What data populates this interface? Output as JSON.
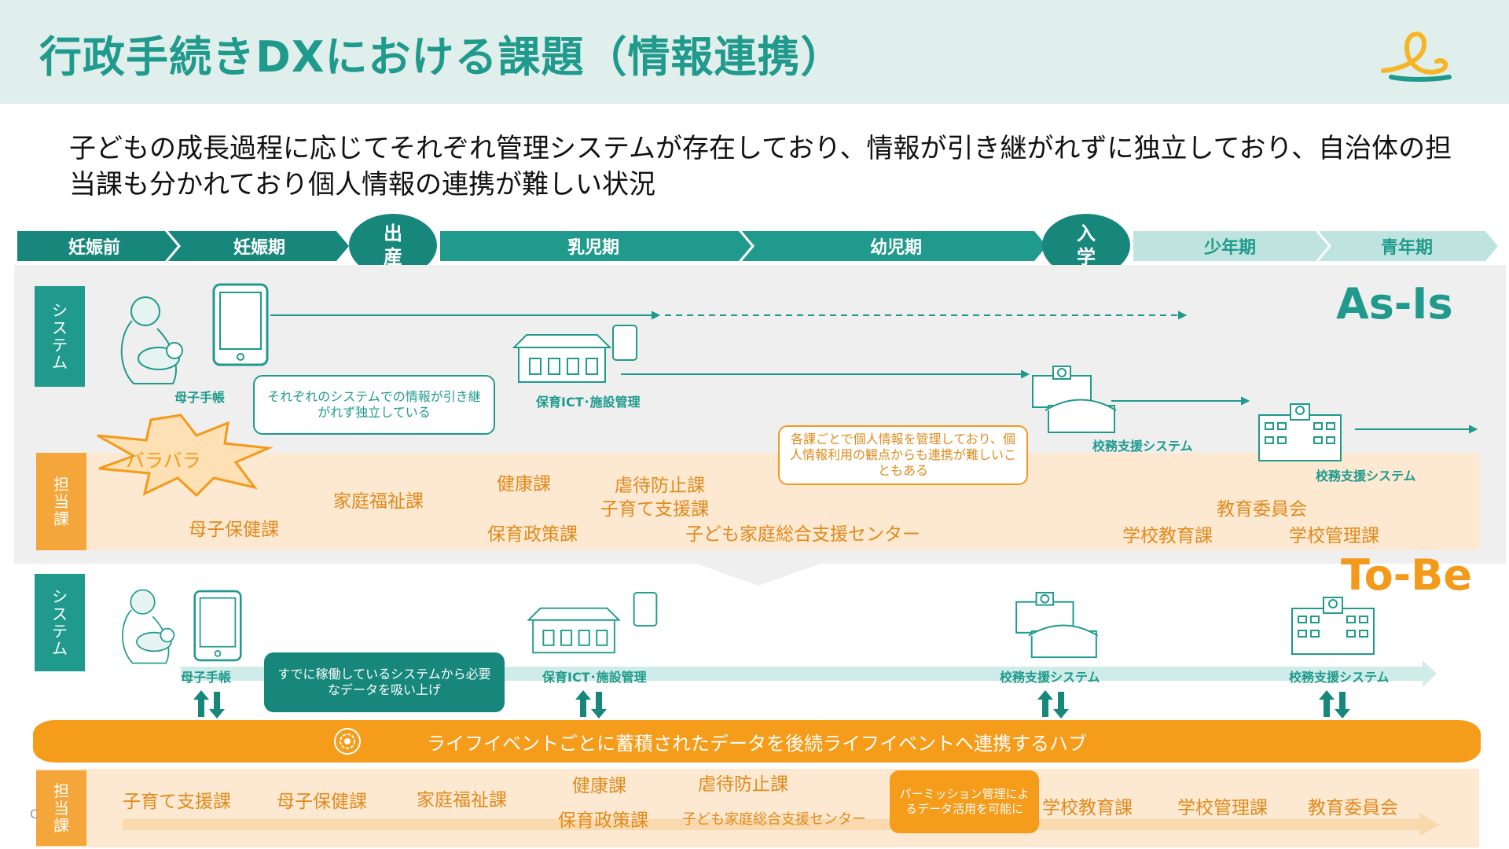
{
  "title": "行政手続きDXにおける課題（情報連携）",
  "intro": "子どもの成長過程に応じてそれぞれ管理システムが存在しており、情報が引き継がれずに独立しており、自治体の担当課も分かれており個人情報の連携が難しい状況",
  "stages": {
    "s1": "妊娠前",
    "s2": "妊娠期",
    "birth": "出\n産",
    "s3": "乳児期",
    "s4": "幼児期",
    "school": "入\n学",
    "s5": "少年期",
    "s6": "青年期"
  },
  "asis": {
    "label": "As-Is",
    "sys_tag": "シ\nス\nテ\nム",
    "dept_tag": "担\n当\n課",
    "burst": "バラバラ",
    "note1": "それぞれのシステムでの情報が引き継がれず独立している",
    "note2": "各課ごとで個人情報を管理しており、個人情報利用の観点からも連携が難しいこともある",
    "sys": {
      "boshi": "母子手帳",
      "hoiku": "保育ICT･施設管理",
      "komu1": "校務支援システム",
      "komu2": "校務支援システム"
    },
    "depts": {
      "boshi_hoken": "母子保健課",
      "katei": "家庭福祉課",
      "kenko": "健康課",
      "hoiku_seisaku": "保育政策課",
      "gyakutai": "虐待防止課",
      "kosodate": "子育て支援課",
      "center": "子ども家庭総合支援センター",
      "kyoiku_iinkai": "教育委員会",
      "gakko_kyoiku": "学校教育課",
      "gakko_kanri": "学校管理課"
    }
  },
  "tobe": {
    "label": "To-Be",
    "sys_tag": "シ\nス\nテ\nム",
    "dept_tag": "担\n当\n課",
    "note1": "すでに稼働しているシステムから必要なデータを吸い上げ",
    "note2": "パーミッション管理によるデータ活用を可能に",
    "hub": "ライフイベントごとに蓄積されたデータを後続ライフイベントへ連携するハブ",
    "sys": {
      "boshi": "母子手帳",
      "hoiku": "保育ICT･施設管理",
      "komu1": "校務支援システム",
      "komu2": "校務支援システム"
    },
    "depts": {
      "kosodate": "子育て支援課",
      "boshi_hoken": "母子保健課",
      "katei": "家庭福祉課",
      "kenko": "健康課",
      "hoiku_seisaku": "保育政策課",
      "gyakutai": "虐待防止課",
      "center": "子ども家庭総合支援センター",
      "gakko_kyoiku": "学校教育課",
      "gakko_kanri": "学校管理課",
      "kyoiku_iinkai": "教育委員会"
    }
  },
  "footer_mark": "C",
  "colors": {
    "teal": "#1f9a8c",
    "dark_teal": "#17877b",
    "light_teal": "#bfe4df",
    "orange": "#f59c1a",
    "peach": "#fde9d2"
  }
}
